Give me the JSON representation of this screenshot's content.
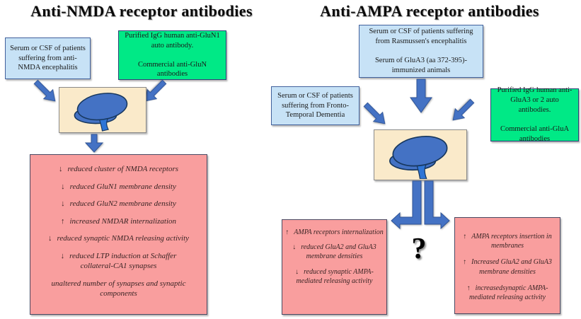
{
  "left": {
    "title": "Anti-NMDA receptor antibodies",
    "serum_box": {
      "text": "Serum or CSF of patients\nsuffering from anti-\nNMDA encephalitis"
    },
    "antibody_box": {
      "para1": "Purified IgG human anti-GluN1\nauto antibody.",
      "para2": "Commercial anti-GluN\nantibodies"
    },
    "findings": [
      {
        "arrow": "↓",
        "text": "reduced cluster of NMDA receptors"
      },
      {
        "arrow": "↓",
        "text": "reduced GluN1 membrane density"
      },
      {
        "arrow": "↓",
        "text": "reduced GluN2 membrane density"
      },
      {
        "arrow": "↑",
        "text": "increased NMDAR internalization"
      },
      {
        "arrow": "↓",
        "text": "reduced synaptic NMDA releasing activity"
      },
      {
        "arrow": "↓",
        "text": "reduced LTP induction at Schaffer collateral-CA1 synapses"
      },
      {
        "arrow": "",
        "text": "unaltered number of synapses and synaptic components"
      }
    ]
  },
  "right": {
    "title": "Anti-AMPA receptor antibodies",
    "serum_box": {
      "para1": "Serum or CSF of patients suffering\nfrom Rasmussen's encephalitis",
      "para2": "Serum of GluA3 (aa 372-395)-\nimmunized animals"
    },
    "ftd_box": {
      "text": "Serum or CSF of patients\nsuffering from Fronto-\nTemporal Dementia"
    },
    "antibody_box": {
      "para1": "Purified IgG human anti-\nGluA3 or 2 auto\nantibodies.",
      "para2": "Commercial anti-GluA\nantibodies"
    },
    "question_mark": "?",
    "internalization_findings": [
      {
        "arrow": "↑",
        "text": "AMPA receptors internalization"
      },
      {
        "arrow": "↓",
        "text": "reduced GluA2 and GluA3 membrane densities"
      },
      {
        "arrow": "↓",
        "text": "reduced synaptic AMPA-mediated releasing activity"
      }
    ],
    "insertion_findings": [
      {
        "arrow": "↑",
        "text": "AMPA receptors insertion in membranes"
      },
      {
        "arrow": "↑",
        "text": "Increased GluA2 and GluA3 membrane densities"
      },
      {
        "arrow": "↑",
        "text": "increasedsynaptic AMPA-mediated releasing activity"
      }
    ]
  },
  "icons": {
    "dendritic_spine": "blue dendritic-spine / synapse disc illustration on cream background",
    "block_arrow": "solid blue block arrow",
    "split_arrow": "double elbow arrow diverging left and right"
  },
  "colors": {
    "box_blue": "#C7E2F6",
    "box_green": "#00E986",
    "box_cream": "#FAEACA",
    "box_pink": "#F99E9E",
    "arrow_blue": "#4472C4",
    "arrow_outline": "#2F5496",
    "neuron_blue": "#4472C4",
    "neuron_neck_blue": "#2E75D6"
  }
}
